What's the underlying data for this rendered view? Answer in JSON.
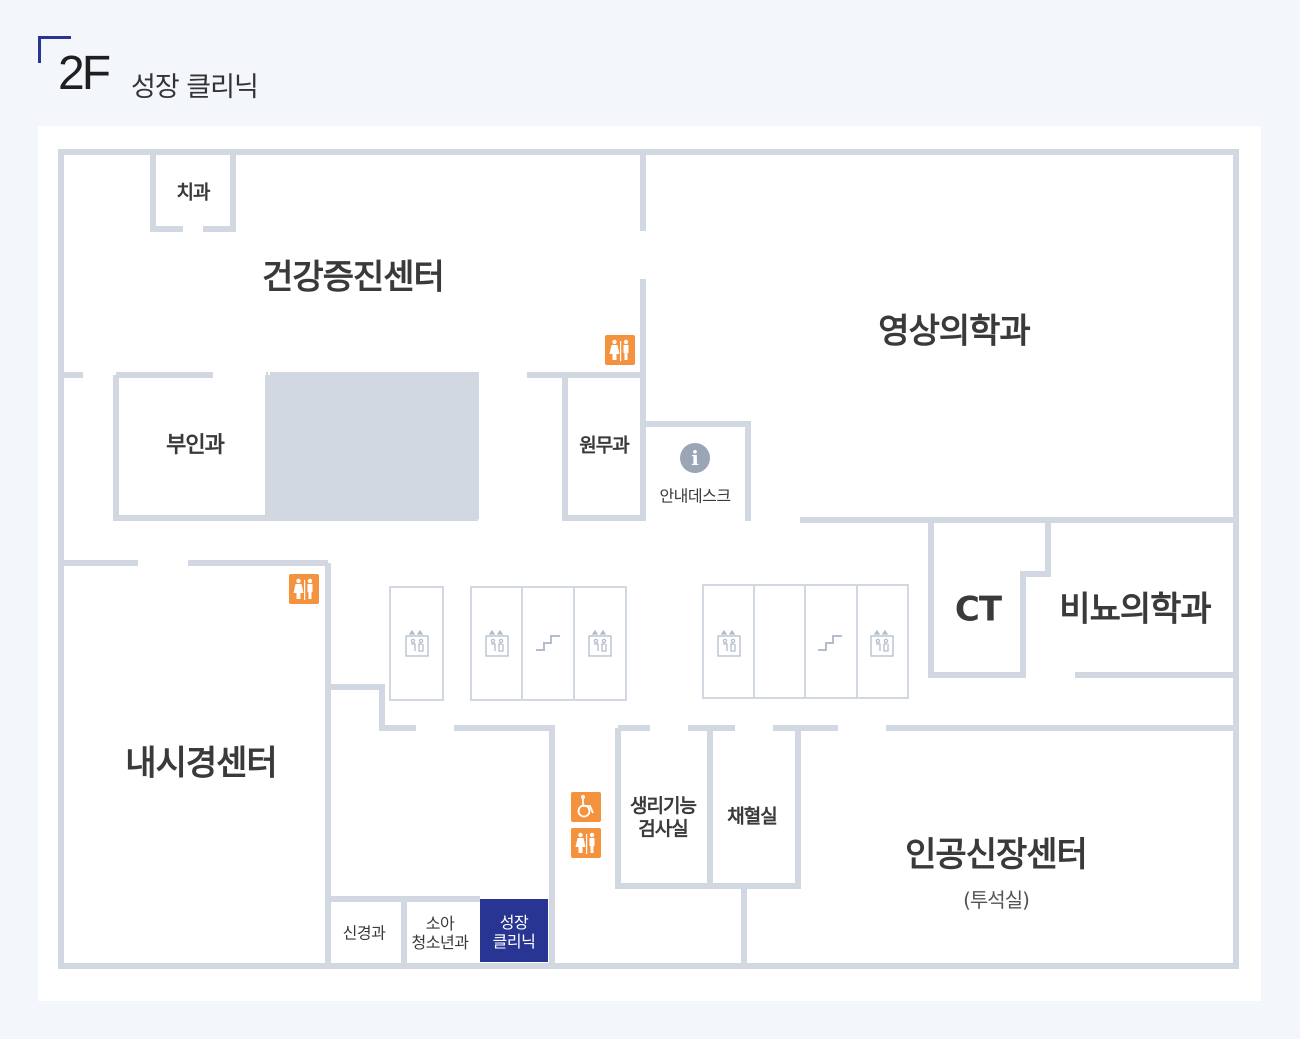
{
  "header": {
    "floor_number": "2F",
    "floor_name": "성장 클리닉"
  },
  "rooms": {
    "dental": "치과",
    "health_checkup": "건강증진센터",
    "radiology": "영상의학과",
    "gynecology": "부인과",
    "admin": "원무과",
    "info_desk": "안내데스크",
    "endoscopy": "내시경센터",
    "ct": "CT",
    "urology": "비뇨의학과",
    "physiology_line1": "생리기능",
    "physiology_line2": "검사실",
    "blood_draw": "채혈실",
    "dialysis": "인공신장센터",
    "dialysis_sub": "(투석실)",
    "neurology": "신경과",
    "pediatrics_line1": "소아",
    "pediatrics_line2": "청소년과",
    "growth_line1": "성장",
    "growth_line2": "클리닉"
  },
  "icons": {
    "restroom": "restroom-icon",
    "wheelchair": "wheelchair-icon",
    "info": "info-icon",
    "elevator": "elevator-icon",
    "stairs": "stairs-icon",
    "info_glyph": "i"
  },
  "colors": {
    "wall": "#d1d8e2",
    "highlight": "#283593",
    "accent": "#f5923e",
    "info": "#9aa5b5",
    "background": "#f3f6fb"
  }
}
